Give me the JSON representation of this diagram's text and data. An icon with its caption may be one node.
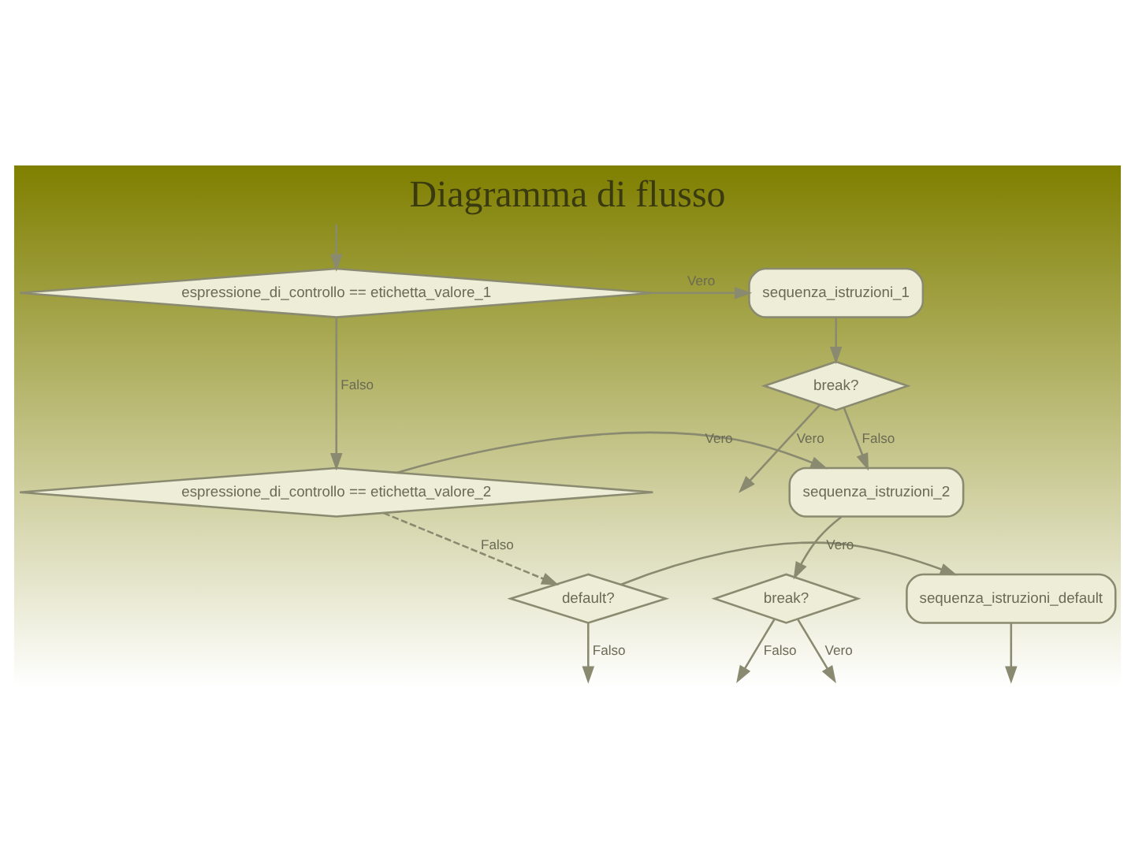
{
  "diagram": {
    "title": "Diagramma di flusso",
    "nodes": [
      {
        "text": [
          "espressione_di_controllo == etichetta_valore_1"
        ]
      },
      {
        "text": [
          "sequenza_istruzioni_1"
        ]
      },
      {
        "text": [
          "break?"
        ]
      },
      {
        "text": [
          "espressione_di_controllo == etichetta_valore_2"
        ]
      },
      {
        "text": [
          "sequenza_istruzioni_2"
        ]
      },
      {
        "text": [
          "break?"
        ]
      },
      {
        "text": [
          "default?"
        ]
      },
      {
        "text": [
          "sequenza_istruzioni_default"
        ]
      }
    ],
    "edges": [
      {
        "from": null,
        "to": 0,
        "arrow": "to"
      },
      {
        "from": 0,
        "to": 1,
        "arrow": "to",
        "label": "Vero"
      },
      {
        "from": 0,
        "to": 3,
        "arrow": "to",
        "label": "Falso"
      },
      {
        "from": 1,
        "to": 2,
        "arrow": "to"
      },
      {
        "from": 2,
        "to": null,
        "arrow": "to",
        "label": "Vero"
      },
      {
        "from": 2,
        "to": 4,
        "arrow": "to",
        "label": "Falso"
      },
      {
        "from": 3,
        "to": 4,
        "arrow": "to",
        "label": "Vero"
      },
      {
        "from": 3,
        "to": 6,
        "arrow": "to",
        "label": "Falso",
        "style": "dashed"
      },
      {
        "from": 4,
        "to": 5,
        "arrow": "to"
      },
      {
        "from": 5,
        "to": null,
        "arrow": "to",
        "label": "Vero"
      },
      {
        "from": 5,
        "to": null,
        "arrow": "to",
        "label": "Falso"
      },
      {
        "from": 6,
        "to": 7,
        "arrow": "to",
        "label": "Vero"
      },
      {
        "from": 6,
        "to": null,
        "arrow": "to",
        "label": "Falso"
      },
      {
        "from": 7,
        "to": null,
        "arrow": "to"
      }
    ]
  }
}
